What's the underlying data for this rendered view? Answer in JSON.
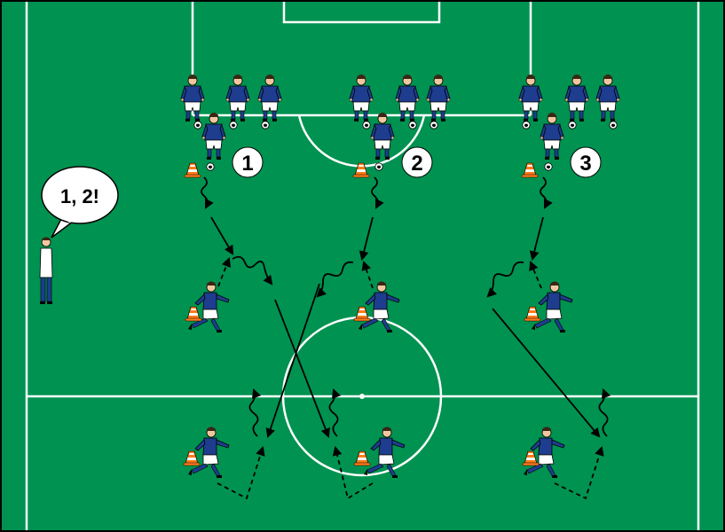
{
  "pitch": {
    "grass": "#009250",
    "lines": "#ffffff",
    "border": "#000000"
  },
  "shirt_color": "#1e3d8f",
  "shorts_color": "#ffffff",
  "cone_color": "#ff7a1a",
  "coach": {
    "speech": "1, 2!"
  },
  "stations": [
    {
      "number": "1"
    },
    {
      "number": "2"
    },
    {
      "number": "3"
    }
  ]
}
